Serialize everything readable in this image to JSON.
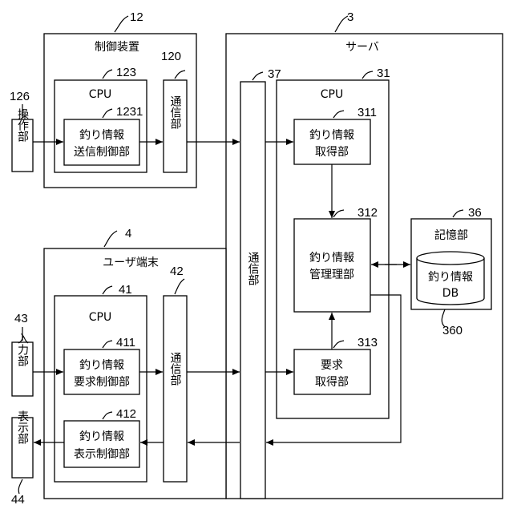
{
  "control_device": {
    "ref": "12",
    "title": "制御装置"
  },
  "control_cpu": {
    "ref": "123",
    "title": "CPU"
  },
  "fishing_info_tx": {
    "ref": "1231",
    "line1": "釣り情報",
    "line2": "送信制御部"
  },
  "control_comm": {
    "ref": "120",
    "label": "通信部"
  },
  "operation": {
    "ref": "126",
    "label": "操作部"
  },
  "server": {
    "ref": "3",
    "title": "サーバ"
  },
  "server_comm": {
    "ref": "37",
    "label": "通信部"
  },
  "server_cpu": {
    "ref": "31",
    "title": "CPU"
  },
  "info_acquire": {
    "ref": "311",
    "line1": "釣り情報",
    "line2": "取得部"
  },
  "info_manage": {
    "ref": "312",
    "line1": "釣り情報",
    "line2": "管理理部"
  },
  "request_acquire": {
    "ref": "313",
    "line1": "要求",
    "line2": "取得部"
  },
  "storage": {
    "ref": "36",
    "title": "記憶部"
  },
  "db": {
    "ref": "360",
    "line1": "釣り情報",
    "line2": "DB"
  },
  "user_terminal": {
    "ref": "4",
    "title": "ユーザ端末"
  },
  "user_cpu": {
    "ref": "41",
    "title": "CPU"
  },
  "req_ctrl": {
    "ref": "411",
    "line1": "釣り情報",
    "line2": "要求制御部"
  },
  "disp_ctrl": {
    "ref": "412",
    "line1": "釣り情報",
    "line2": "表示制御部"
  },
  "user_comm": {
    "ref": "42",
    "label": "通信部"
  },
  "input": {
    "ref": "43",
    "label": "入力部"
  },
  "display": {
    "ref": "44",
    "label": "表示部"
  }
}
